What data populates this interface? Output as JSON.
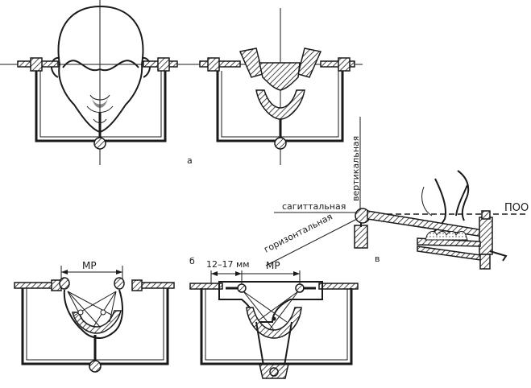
{
  "labels": {
    "panel_a": "а",
    "panel_b": "б",
    "panel_v": "в",
    "mp_left": "МР",
    "mp_right": "МР",
    "dimension": "12–17 мм",
    "vertical": "вертикальная",
    "sagittal": "сагиттальная",
    "horizontal": "горизонтальная",
    "poo": "ПОО"
  }
}
